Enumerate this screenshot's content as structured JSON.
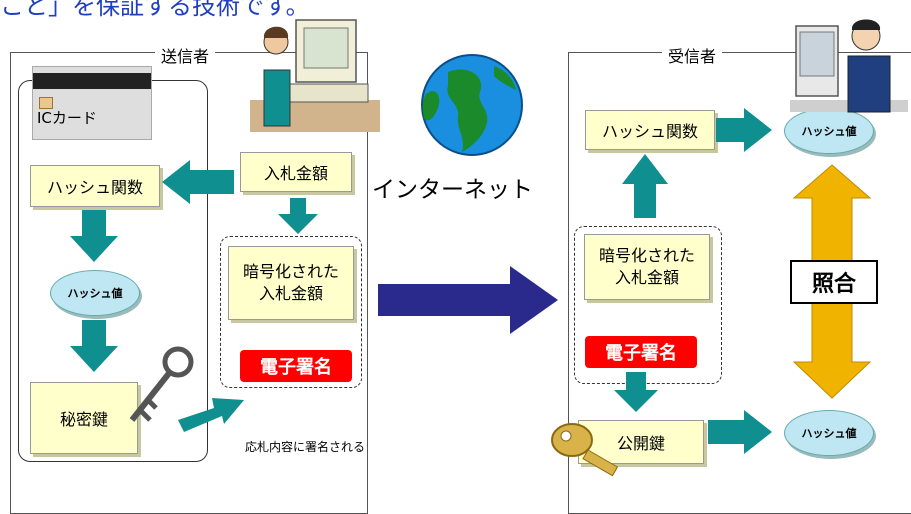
{
  "headline": "こと」を保証する技術です。",
  "internet_label": "インターネット",
  "sender": {
    "panel_label": "送信者",
    "ic_card_label": "ICカード",
    "hash_function": "ハッシュ関数",
    "bid_amount": "入札金額",
    "hash_value": "ハッシュ値",
    "encrypted_bid": "暗号化された入札金額",
    "digital_signature": "電子署名",
    "private_key": "秘密鍵",
    "note": "応札内容に署名される"
  },
  "receiver": {
    "panel_label": "受信者",
    "hash_function": "ハッシュ関数",
    "hash_value_top": "ハッシュ値",
    "encrypted_bid": "暗号化された入札金額",
    "digital_signature": "電子署名",
    "public_key": "公開鍵",
    "hash_value_bottom": "ハッシュ値",
    "compare": "照合"
  },
  "colors": {
    "arrow_teal": "#0f8f8f",
    "arrow_navy": "#2a2a8c",
    "compare_gold": "#f0b400",
    "signature_red": "#ff0000"
  },
  "icons": [
    "person-at-computer-icon",
    "globe-icon",
    "key-icon"
  ]
}
